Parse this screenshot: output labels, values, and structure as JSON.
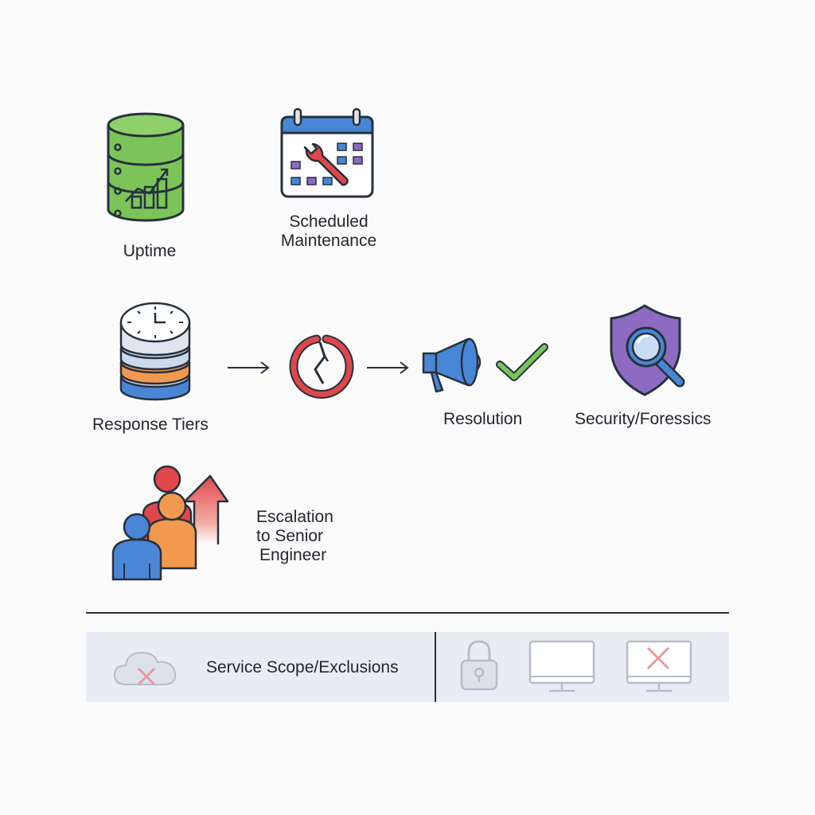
{
  "labels": {
    "uptime": "Uptime",
    "scheduled_maintenance": [
      "Scheduled",
      "Maintenance"
    ],
    "response_tiers": "Response Tiers",
    "resolution": "Resolution",
    "security": "Security/Foressics",
    "escalation": [
      "Escalation",
      "to Senior",
      "Engineer"
    ],
    "service_scope": "Service Scope/Exclusions"
  },
  "icons": {
    "uptime": "database-chart-icon",
    "scheduled_maintenance": "calendar-wrench-icon",
    "response_tiers": "clock-stack-icon",
    "incident": "broken-circle-icon",
    "resolution": "megaphone-icon",
    "resolution_check": "checkmark-icon",
    "security": "shield-magnifier-icon",
    "escalation": "people-up-arrow-icon",
    "exclusions": [
      "cloud-x-icon",
      "padlock-icon",
      "monitor-icon",
      "monitor-x-icon"
    ]
  },
  "colors": {
    "green": "#7cc45a",
    "blue": "#4a86d6",
    "red": "#e0474c",
    "orange": "#f0994f",
    "purple": "#8e6bc2",
    "band": "#e9ecf4"
  }
}
